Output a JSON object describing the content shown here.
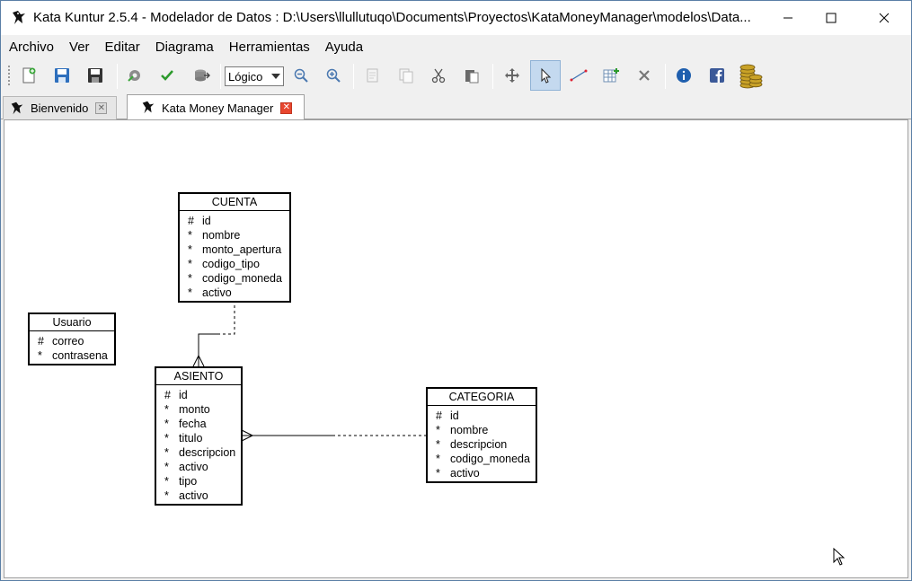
{
  "window": {
    "title": "Kata Kuntur 2.5.4 - Modelador de Datos : D:\\Users\\llullutuqo\\Documents\\Proyectos\\KataMoneyManager\\modelos\\Data..."
  },
  "menu": [
    "Archivo",
    "Ver",
    "Editar",
    "Diagrama",
    "Herramientas",
    "Ayuda"
  ],
  "toolbar": {
    "view_mode": "Lógico",
    "icons": [
      "new-diagram-icon",
      "save-icon",
      "save-as-icon",
      "generate-icon",
      "validate-icon",
      "export-icon",
      "zoom-out-icon",
      "zoom-in-icon",
      "copy-icon",
      "paste-icon",
      "cut-icon",
      "clipboard-icon",
      "move-icon",
      "select-pointer-icon",
      "relationship-line-icon",
      "add-table-icon",
      "delete-icon",
      "info-icon",
      "facebook-icon",
      "coins-icon"
    ]
  },
  "tabs": [
    {
      "label": "Bienvenido",
      "active": false
    },
    {
      "label": "Kata Money Manager",
      "active": true
    }
  ],
  "entities": {
    "cuenta": {
      "name": "CUENTA",
      "attributes": [
        {
          "mark": "#",
          "name": "id"
        },
        {
          "mark": "*",
          "name": "nombre"
        },
        {
          "mark": "*",
          "name": "monto_apertura"
        },
        {
          "mark": "*",
          "name": "codigo_tipo"
        },
        {
          "mark": "*",
          "name": "codigo_moneda"
        },
        {
          "mark": "*",
          "name": "activo"
        }
      ]
    },
    "usuario": {
      "name": "Usuario",
      "attributes": [
        {
          "mark": "#",
          "name": "correo"
        },
        {
          "mark": "*",
          "name": "contrasena"
        }
      ]
    },
    "asiento": {
      "name": "ASIENTO",
      "attributes": [
        {
          "mark": "#",
          "name": "id"
        },
        {
          "mark": "*",
          "name": "monto"
        },
        {
          "mark": "*",
          "name": "fecha"
        },
        {
          "mark": "*",
          "name": "titulo"
        },
        {
          "mark": "*",
          "name": "descripcion"
        },
        {
          "mark": "*",
          "name": "activo"
        },
        {
          "mark": "*",
          "name": "tipo"
        },
        {
          "mark": "*",
          "name": "activo"
        }
      ]
    },
    "categoria": {
      "name": "CATEGORIA",
      "attributes": [
        {
          "mark": "#",
          "name": "id"
        },
        {
          "mark": "*",
          "name": "nombre"
        },
        {
          "mark": "*",
          "name": "descripcion"
        },
        {
          "mark": "*",
          "name": "codigo_moneda"
        },
        {
          "mark": "*",
          "name": "activo"
        }
      ]
    }
  }
}
